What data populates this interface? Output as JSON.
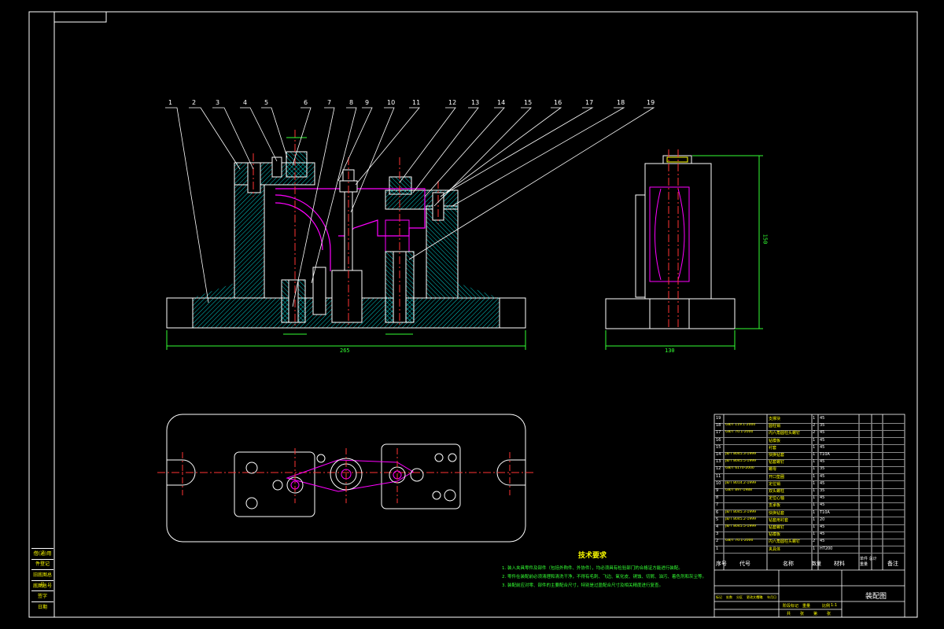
{
  "drawing": {
    "title_block_name": "装配图",
    "tech_req_title": "技术要求",
    "tech_req_lines": [
      "1. 装入夹具零件及部件（包括外购件、外协件），均必须具有检验部门的合格证方能进行装配。",
      "2. 零件在装配前必须清理和清洗干净，不得有毛刺、飞边、氧化皮、锈蚀、切屑、油污、着色剂和灰尘等。",
      "3. 装配前应对零、部件的主要配合尺寸，特别是过盈配合尺寸及相关精度进行复查。"
    ],
    "balloons": [
      "1",
      "2",
      "3",
      "4",
      "5",
      "6",
      "7",
      "8",
      "9",
      "10",
      "11",
      "12",
      "13",
      "14",
      "15",
      "16",
      "17",
      "18",
      "19"
    ],
    "dims": {
      "front_width": "265",
      "side_width": "130",
      "side_height": "150"
    },
    "bom_headers": {
      "seq": "序号",
      "code": "代号",
      "name": "名称",
      "qty": "数量",
      "material": "材料",
      "weight": "单件 总计 重量",
      "remark": "备注"
    },
    "bom_rows": [
      {
        "seq": "19",
        "code": "",
        "name": "支撑块",
        "qty": "1",
        "mat": "45"
      },
      {
        "seq": "18",
        "code": "GB/T 119.1-2000",
        "name": "圆柱销",
        "qty": "2",
        "mat": "35"
      },
      {
        "seq": "17",
        "code": "GB/T 70.1-2000",
        "name": "内六角圆柱头螺钉",
        "qty": "2",
        "mat": "45"
      },
      {
        "seq": "16",
        "code": "",
        "name": "钻模板",
        "qty": "1",
        "mat": "45"
      },
      {
        "seq": "15",
        "code": "",
        "name": "衬套",
        "qty": "1",
        "mat": "45"
      },
      {
        "seq": "14",
        "code": "JB/T 8045.3-1999",
        "name": "快换钻套",
        "qty": "1",
        "mat": "T10A"
      },
      {
        "seq": "13",
        "code": "JB/T 8045.5-1999",
        "name": "钻套螺钉",
        "qty": "1",
        "mat": "45"
      },
      {
        "seq": "12",
        "code": "GB/T 6170-2000",
        "name": "螺母",
        "qty": "1",
        "mat": "35"
      },
      {
        "seq": "11",
        "code": "",
        "name": "开口垫圈",
        "qty": "1",
        "mat": "45"
      },
      {
        "seq": "10",
        "code": "JB/T 8014.2-1999",
        "name": "定位销",
        "qty": "1",
        "mat": "45"
      },
      {
        "seq": "9",
        "code": "GB/T 897-1988",
        "name": "双头螺柱",
        "qty": "1",
        "mat": "35"
      },
      {
        "seq": "8",
        "code": "",
        "name": "定位心轴",
        "qty": "1",
        "mat": "45"
      },
      {
        "seq": "7",
        "code": "",
        "name": "支承板",
        "qty": "1",
        "mat": "45"
      },
      {
        "seq": "6",
        "code": "JB/T 8045.3-1999",
        "name": "快换钻套",
        "qty": "1",
        "mat": "T10A"
      },
      {
        "seq": "5",
        "code": "JB/T 8045.2-1999",
        "name": "钻套用衬套",
        "qty": "1",
        "mat": "20"
      },
      {
        "seq": "4",
        "code": "JB/T 8045.5-1999",
        "name": "钻套螺钉",
        "qty": "1",
        "mat": "45"
      },
      {
        "seq": "3",
        "code": "",
        "name": "钻模板",
        "qty": "1",
        "mat": "45"
      },
      {
        "seq": "2",
        "code": "GB/T 70.1-2000",
        "name": "内六角圆柱头螺钉",
        "qty": "2",
        "mat": "45"
      },
      {
        "seq": "1",
        "code": "",
        "name": "夹具体",
        "qty": "1",
        "mat": "HT200"
      }
    ],
    "side_panel": [
      "借(通)用件登记",
      "",
      "旧底图总号",
      "底图总号",
      "签字",
      "日期"
    ],
    "title_block_small": [
      "标记",
      "处数",
      "分区",
      "更改文件号",
      "签名",
      "年月日"
    ],
    "scale_labels": [
      "阶段标记",
      "重量",
      "比例"
    ],
    "scale_value": "1:1",
    "sheet_labels": [
      "共",
      "张",
      "第",
      "张"
    ],
    "colors": {
      "outline": "#ffffff",
      "section": "#00ffff",
      "part": "#ff00ff",
      "center": "#ff3333",
      "dim": "#33ff33",
      "yellow": "#ffff00"
    }
  }
}
